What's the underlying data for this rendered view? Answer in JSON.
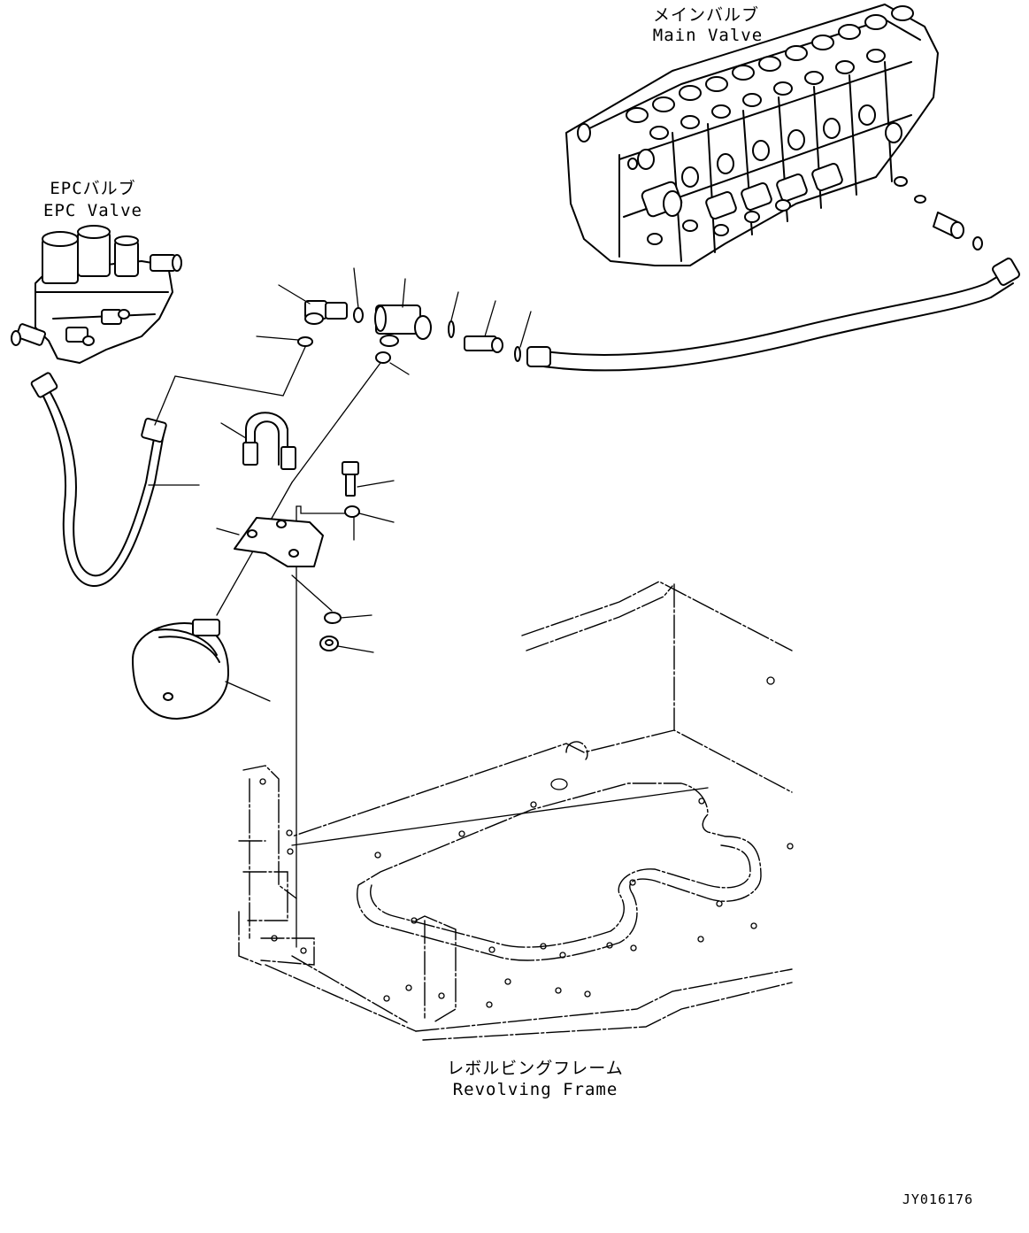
{
  "labels": {
    "main_valve_jp": "メインバルブ",
    "main_valve_en": "Main Valve",
    "epc_valve_jp": "EPCバルブ",
    "epc_valve_en": "EPC Valve",
    "revolving_frame_jp": "レボルビングフレーム",
    "revolving_frame_en": "Revolving Frame",
    "drawing_id": "JY016176"
  }
}
